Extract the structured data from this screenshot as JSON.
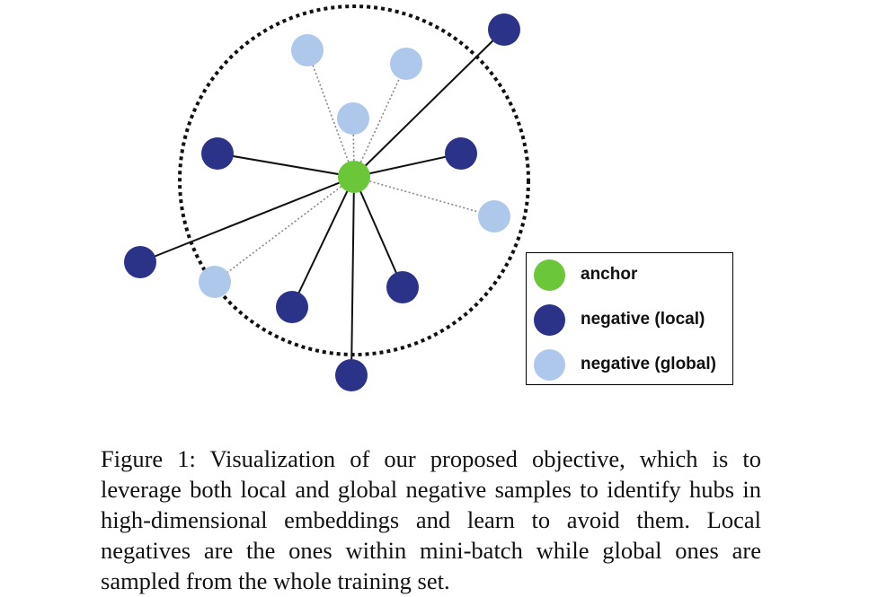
{
  "diagram": {
    "colors": {
      "anchor": "#6cc63a",
      "negative_local": "#2b3388",
      "negative_global": "#aec8ec",
      "solid_edge": "#111111",
      "dotted_edge": "#888888",
      "boundary": "#111111"
    },
    "nodes": [
      {
        "id": "anchor",
        "kind": "anchor"
      },
      {
        "id": "local-top-right",
        "kind": "negative_local"
      },
      {
        "id": "local-left",
        "kind": "negative_local"
      },
      {
        "id": "local-right",
        "kind": "negative_local"
      },
      {
        "id": "local-far-left",
        "kind": "negative_local"
      },
      {
        "id": "local-bottom-left",
        "kind": "negative_local"
      },
      {
        "id": "local-bottom-right",
        "kind": "negative_local"
      },
      {
        "id": "local-bottom",
        "kind": "negative_local"
      },
      {
        "id": "global-top-left",
        "kind": "negative_global"
      },
      {
        "id": "global-top-right",
        "kind": "negative_global"
      },
      {
        "id": "global-top-center",
        "kind": "negative_global"
      },
      {
        "id": "global-right",
        "kind": "negative_global"
      },
      {
        "id": "global-bottom-left",
        "kind": "negative_global"
      }
    ]
  },
  "legend": {
    "items": [
      {
        "label": "anchor",
        "color": "#6cc63a"
      },
      {
        "label": "negative (local)",
        "color": "#2b3388"
      },
      {
        "label": "negative (global)",
        "color": "#aec8ec"
      }
    ]
  },
  "caption": {
    "text": "Figure 1: Visualization of our proposed objective, which is to leverage both local and global negative samples to identify hubs in high-dimensional embeddings and learn to avoid them. Local negatives are the ones within mini-batch while global ones are sampled from the whole training set."
  }
}
